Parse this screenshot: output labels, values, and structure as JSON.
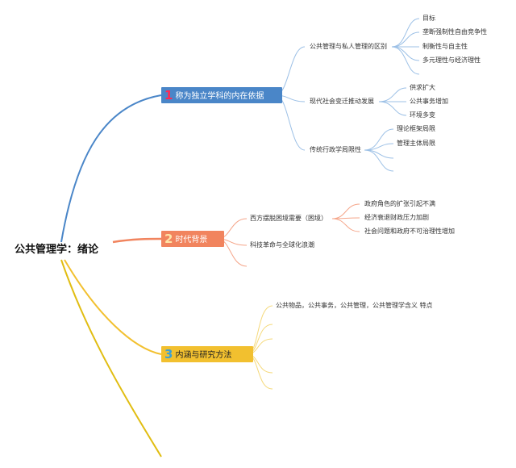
{
  "root": "公共管理学：绪论",
  "branches": [
    {
      "num": "1",
      "label": "称为独立学科的内在依据",
      "color": "#4a86c8",
      "children": [
        {
          "label": "公共管理与私人管理的区别",
          "leaves": [
            "目标",
            "垄断强制性自由竞争性",
            "制衡性与自主性",
            "多元理性与经济理性"
          ]
        },
        {
          "label": "现代社会变迁推动发展",
          "leaves": [
            "供求扩大",
            "公共事务增加",
            "环境多变"
          ]
        },
        {
          "label": "传统行政学局限性",
          "leaves": [
            "理论框架局限",
            "管理主体局限"
          ]
        }
      ]
    },
    {
      "num": "2",
      "label": "时代背景",
      "color": "#f1845e",
      "children": [
        {
          "label": "西方摆脱困境需要（困境）",
          "leaves": [
            "政府角色的扩张引起不满",
            "经济衰退财政压力加剧",
            "社会问题和政府不可治理性增加"
          ]
        },
        {
          "label": "科技革命与全球化浪潮",
          "leaves": []
        }
      ]
    },
    {
      "num": "3",
      "label": "内涵与研究方法",
      "color": "#f2c02f",
      "children": [
        {
          "label": "公共物品，公共事务，公共管理，公共管理学含义 特点",
          "leaves": []
        }
      ]
    }
  ]
}
